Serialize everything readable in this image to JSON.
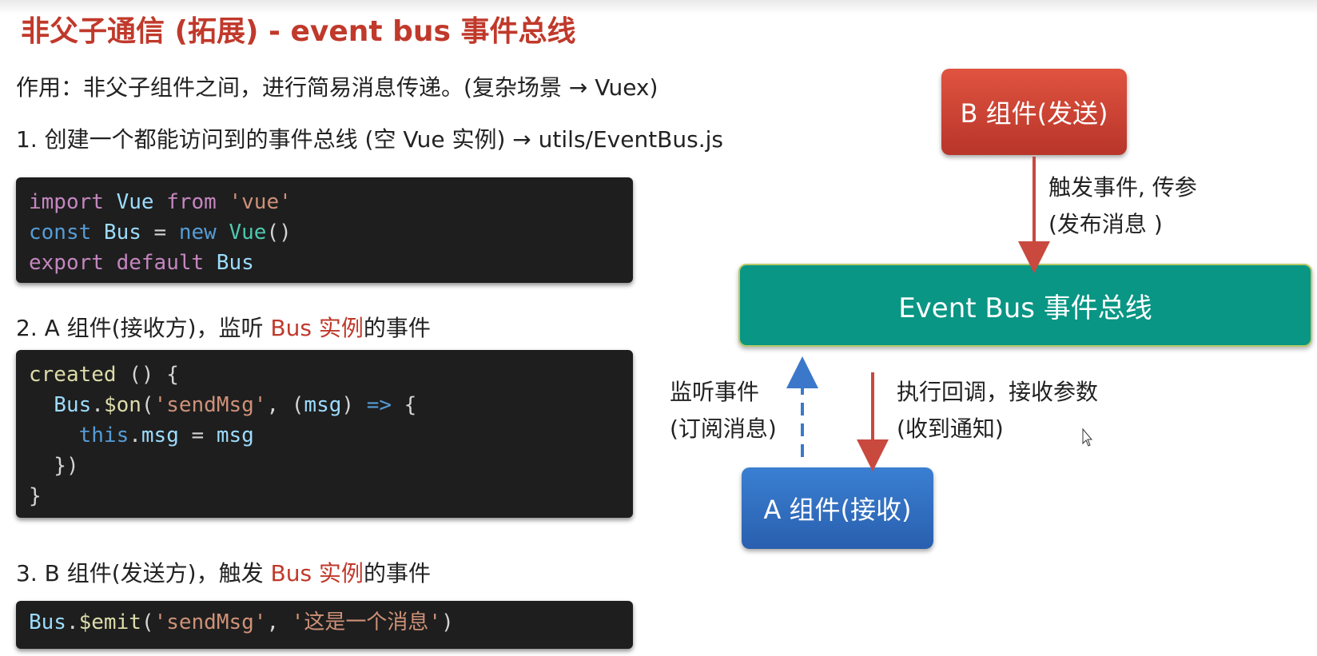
{
  "title": "非父子通信 (拓展) - event bus 事件总线",
  "intro": "作用：非父子组件之间，进行简易消息传递。(复杂场景 → Vuex)",
  "step1": "1. 创建一个都能访问到的事件总线 (空 Vue 实例)  →  utils/EventBus.js",
  "step2": {
    "prefix": "2. A 组件(接收方)，监听 ",
    "highlight": "Bus 实例",
    "suffix": "的事件"
  },
  "step3": {
    "prefix": "3. B 组件(发送方)，触发 ",
    "highlight": "Bus 实例",
    "suffix": "的事件"
  },
  "code1": [
    [
      {
        "t": "import",
        "c": "kw1"
      },
      {
        "t": " Vue ",
        "c": "var"
      },
      {
        "t": "from",
        "c": "kw1"
      },
      {
        "t": " 'vue'",
        "c": "str"
      }
    ],
    [
      {
        "t": "const",
        "c": "kw2"
      },
      {
        "t": " Bus",
        "c": "var"
      },
      {
        "t": " = ",
        "c": "plain"
      },
      {
        "t": "new",
        "c": "kw2"
      },
      {
        "t": " Vue",
        "c": "ty"
      },
      {
        "t": "()",
        "c": "plain"
      }
    ],
    [
      {
        "t": "export",
        "c": "kw1"
      },
      {
        "t": " default",
        "c": "kw1"
      },
      {
        "t": " Bus",
        "c": "var"
      }
    ]
  ],
  "code2": [
    [
      {
        "t": "created",
        "c": "fn"
      },
      {
        "t": " () {",
        "c": "plain"
      }
    ],
    [
      {
        "t": "  Bus",
        "c": "var"
      },
      {
        "t": ".",
        "c": "plain"
      },
      {
        "t": "$on",
        "c": "fn"
      },
      {
        "t": "(",
        "c": "plain"
      },
      {
        "t": "'sendMsg'",
        "c": "str"
      },
      {
        "t": ", (",
        "c": "plain"
      },
      {
        "t": "msg",
        "c": "var"
      },
      {
        "t": ") ",
        "c": "plain"
      },
      {
        "t": "=>",
        "c": "kw2"
      },
      {
        "t": " {",
        "c": "plain"
      }
    ],
    [
      {
        "t": "    this",
        "c": "kw2"
      },
      {
        "t": ".",
        "c": "plain"
      },
      {
        "t": "msg",
        "c": "var"
      },
      {
        "t": " = ",
        "c": "plain"
      },
      {
        "t": "msg",
        "c": "var"
      }
    ],
    [
      {
        "t": "  })",
        "c": "plain"
      }
    ],
    [
      {
        "t": "}",
        "c": "plain"
      }
    ]
  ],
  "code3": [
    [
      {
        "t": "Bus",
        "c": "var"
      },
      {
        "t": ".",
        "c": "plain"
      },
      {
        "t": "$emit",
        "c": "fn"
      },
      {
        "t": "(",
        "c": "plain"
      },
      {
        "t": "'sendMsg'",
        "c": "str"
      },
      {
        "t": ", ",
        "c": "plain"
      },
      {
        "t": "'这是一个消息'",
        "c": "str"
      },
      {
        "t": ")",
        "c": "plain"
      }
    ]
  ],
  "diagram": {
    "box_b": "B 组件(发送)",
    "box_bus": "Event Bus  事件总线",
    "box_a": "A 组件(接收)",
    "note_trigger": [
      "触发事件, 传参",
      "(发布消息 )"
    ],
    "note_listen": [
      "监听事件",
      "(订阅消息)"
    ],
    "note_callback": [
      "执行回调，接收参数",
      "(收到通知)"
    ]
  },
  "colors": {
    "accent_red": "#c0392b",
    "bus_green": "#099684",
    "a_blue": "#2f6fc4",
    "b_red": "#d04636",
    "arrow_red": "#c9493f",
    "arrow_blue": "#3b78c9"
  }
}
